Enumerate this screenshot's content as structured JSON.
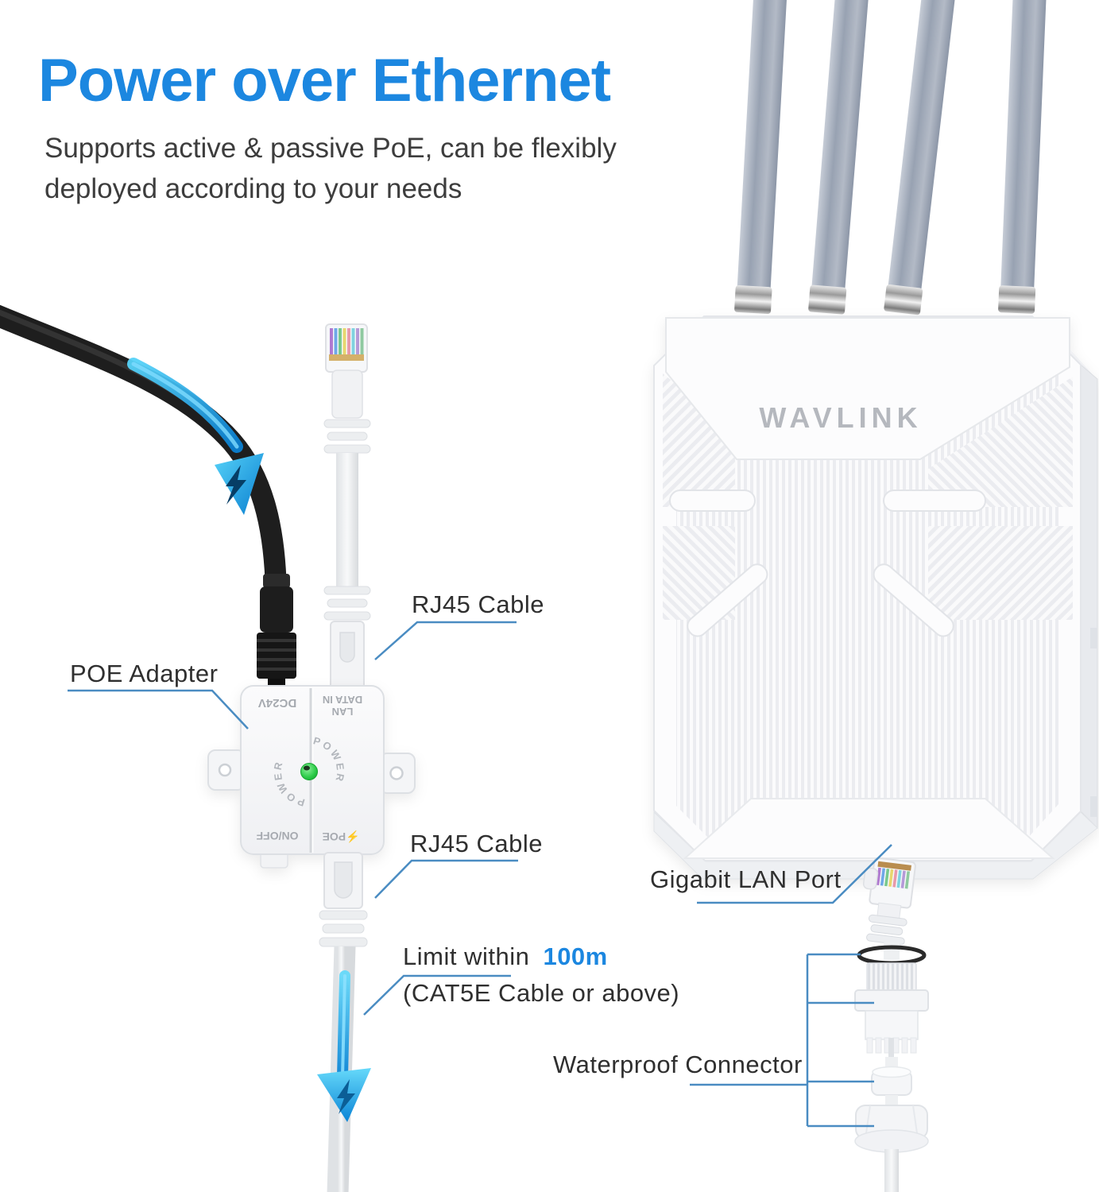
{
  "title": {
    "text": "Power over Ethernet"
  },
  "subtitle": {
    "line1": "Supports active & passive PoE, can be flexibly",
    "line2": "deployed according to your needs"
  },
  "device": {
    "brand": "WAVLINK",
    "antenna_count": 4
  },
  "adapter": {
    "dc_port": "DC24V",
    "lan_line1": "LAN",
    "lan_line2": "DATA IN",
    "onoff": "ON/OFF",
    "poe_port": "POE",
    "power_ring_left": "POWER",
    "power_ring_right": "POWER",
    "led_color": "#2ecc4a"
  },
  "labels": {
    "rj45_top": "RJ45 Cable",
    "poe_adapter": "POE Adapter",
    "rj45_bottom": "RJ45 Cable",
    "limit_prefix": "Limit within",
    "limit_value": "100m",
    "limit_note": "(CAT5E Cable or above)",
    "lan_port": "Gigabit LAN Port",
    "waterproof": "Waterproof Connector"
  },
  "icons": {
    "lightning_bolt": "⚡"
  },
  "colors": {
    "accent_blue": "#1c87e0",
    "callout_line": "#4a8cc2",
    "text_dark": "#3d3d3d",
    "antenna_gray": "#9aa4b4",
    "device_white": "#fcfcfd"
  }
}
